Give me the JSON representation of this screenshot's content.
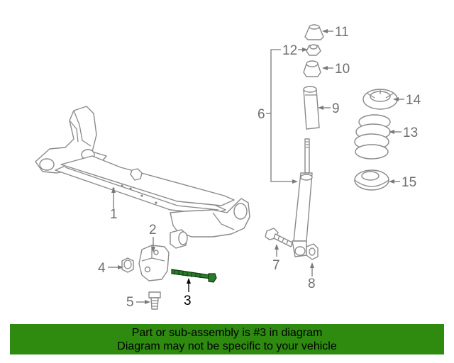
{
  "diagram": {
    "callouts": {
      "c1": "1",
      "c2": "2",
      "c3": "3",
      "c4": "4",
      "c5": "5",
      "c6": "6",
      "c7": "7",
      "c8": "8",
      "c9": "9",
      "c10": "10",
      "c11": "11",
      "c12": "12",
      "c13": "13",
      "c14": "14",
      "c15": "15"
    },
    "highlighted_part": "3",
    "colors": {
      "highlight": "#2c7a2c",
      "banner": "#2e8b10",
      "lines": "#8a8a8a"
    }
  },
  "banner": {
    "line1": "Part or sub-assembly is #3 in diagram",
    "line2": "Diagram may not be specific to your vehicle"
  }
}
